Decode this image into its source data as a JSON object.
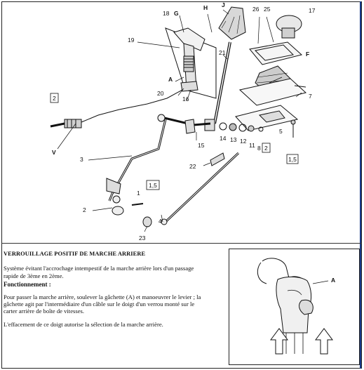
{
  "diagram": {
    "labels": {
      "G": "G",
      "H": "H",
      "J": "J",
      "n26": "26",
      "n25": "25",
      "n17": "17",
      "n18": "18",
      "n19": "19",
      "n21": "21",
      "F": "F",
      "A": "A",
      "n20": "20",
      "n16": "16",
      "n7": "7",
      "n2_top": "2",
      "n14": "14",
      "n13": "13",
      "n12": "12",
      "n11": "11",
      "n8": "8",
      "n2_right": "2",
      "n5": "5",
      "n15_right": "1,5",
      "V": "V",
      "n15": "15",
      "n3": "3",
      "n22": "22",
      "n15_box": "1,5",
      "n1": "1",
      "n2_bottom": "2",
      "n4": "4",
      "n23": "23"
    }
  },
  "text": {
    "title": "VERROUILLAGE POSITIF DE MARCHE ARRIERE",
    "intro": "Système évitant l'accrochage intempestif de la marche arrière lors d'un passage rapide de 3ème en 2ème.",
    "subtitle": "Fonctionnement :",
    "para1": "Pour passer la marche arrière, soulever la gâchette (A) et manoeuvrer le levier ; la gâchette agit par l'intermédiaire d'un câble sur le doigt d'un verrou monté sur le carter arrière de boîte de vitesses.",
    "para2": "L'effacement de ce doigt autorise la sélection de la marche arrière."
  },
  "inset": {
    "label_a": "A"
  }
}
